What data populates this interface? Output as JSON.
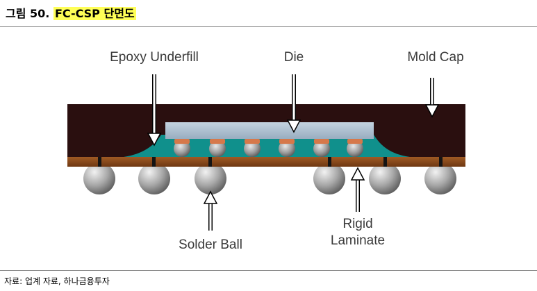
{
  "figure": {
    "title_prefix": "그림 50.",
    "title_highlight": "FC-CSP 단면도",
    "source": "자료: 업계 자료, 하나금융투자"
  },
  "labels": {
    "epoxy_underfill": "Epoxy Underfill",
    "die": "Die",
    "mold_cap": "Mold Cap",
    "solder_ball": "Solder Ball",
    "rigid": "Rigid",
    "laminate": "Laminate"
  },
  "colors": {
    "mold_cap": "#2a0f0f",
    "die": "#a9bccd",
    "underfill": "#10908c",
    "laminate": "#8a4a1c",
    "solder_ball": "#a8a8a8",
    "bump_cap": "#d6784a"
  }
}
